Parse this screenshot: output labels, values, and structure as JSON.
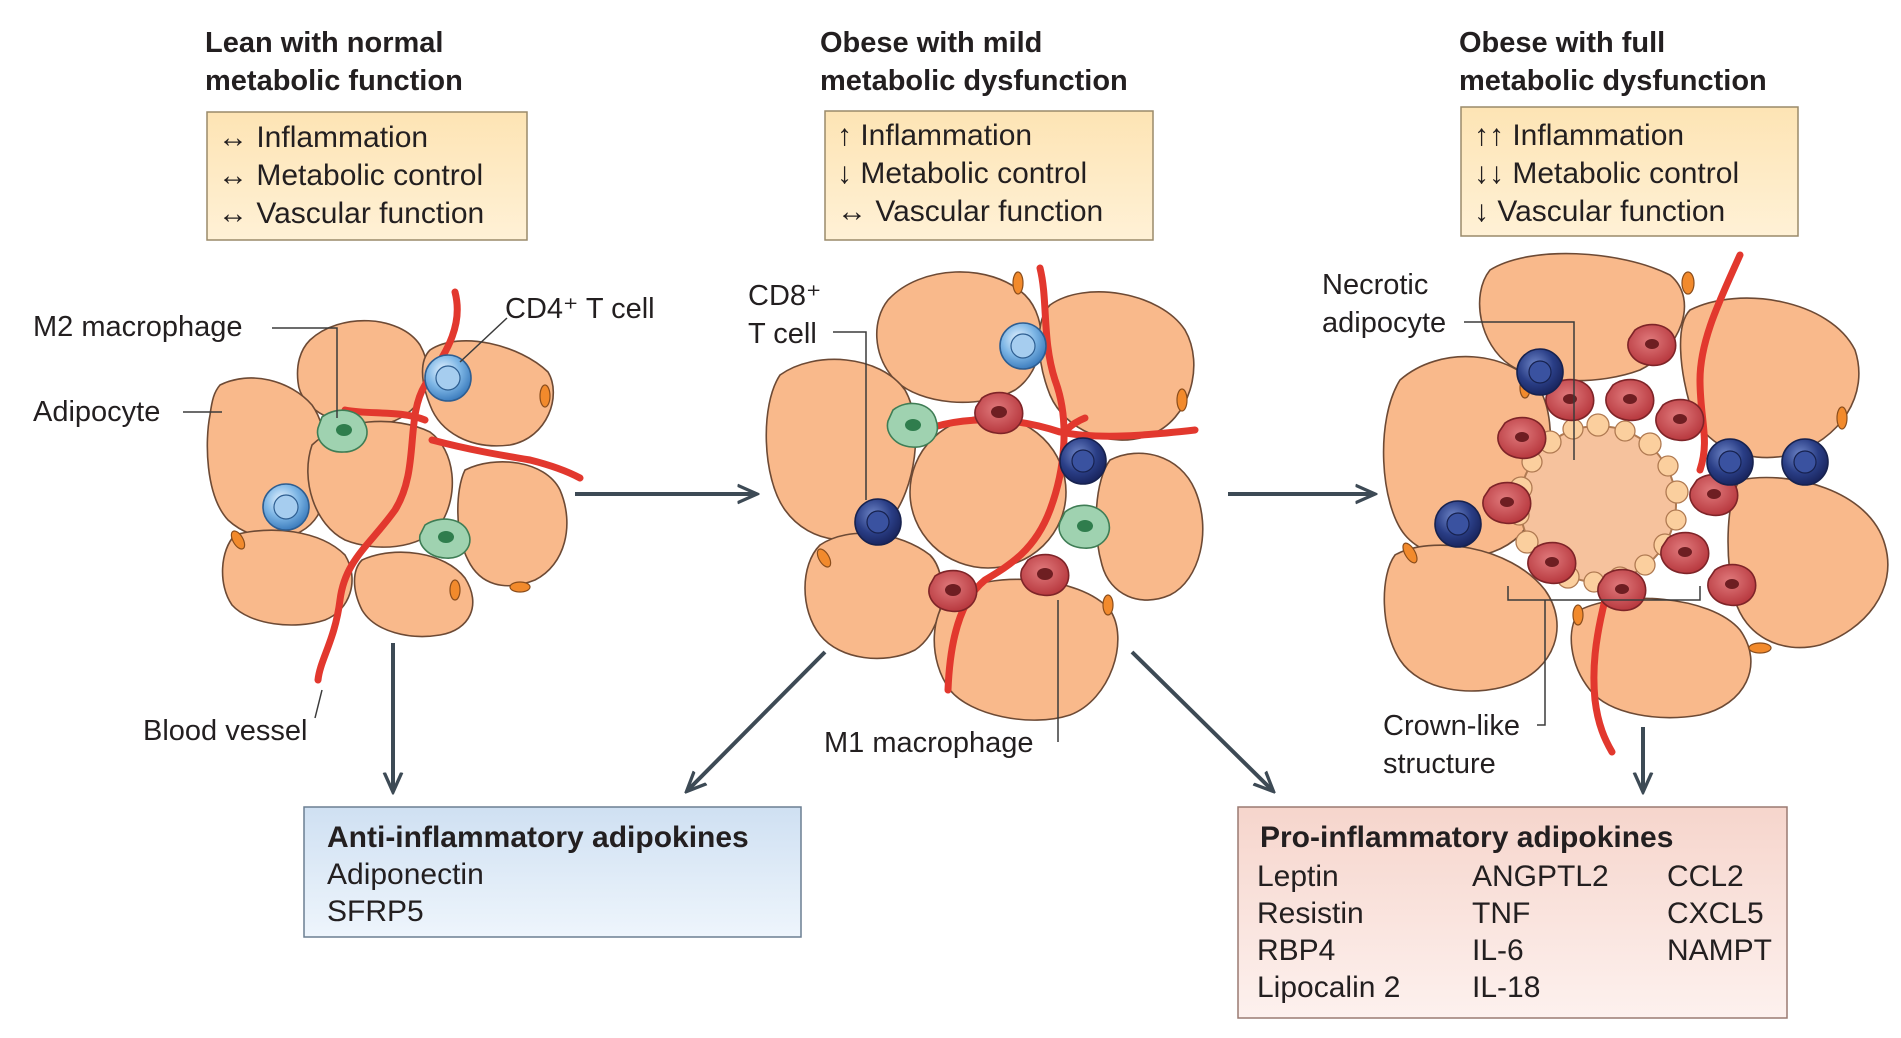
{
  "stages": {
    "lean": {
      "title_1": "Lean with normal",
      "title_2": "metabolic function",
      "box": [
        "↔ Inflammation",
        "↔ Metabolic control",
        "↔ Vascular function"
      ]
    },
    "mild": {
      "title_1": "Obese with mild",
      "title_2": "metabolic dysfunction",
      "box": [
        "↑ Inflammation",
        "↓ Metabolic control",
        "↔ Vascular function"
      ]
    },
    "full": {
      "title_1": "Obese with full",
      "title_2": "metabolic dysfunction",
      "box": [
        "↑↑ Inflammation",
        "↓↓ Metabolic control",
        "↓  Vascular function"
      ]
    }
  },
  "labels": {
    "m2_macrophage": "M2 macrophage",
    "adipocyte": "Adipocyte",
    "cd4_t_cell": "CD4⁺ T cell",
    "blood_vessel": "Blood vessel",
    "cd8_line1": "CD8⁺",
    "cd8_line2": "T cell",
    "m1_macrophage": "M1 macrophage",
    "necrotic_line1": "Necrotic",
    "necrotic_line2": "adipocyte",
    "crown_line1": "Crown-like",
    "crown_line2": "structure"
  },
  "anti": {
    "title": "Anti-inflammatory adipokines",
    "items": [
      "Adiponectin",
      "SFRP5"
    ]
  },
  "pro": {
    "title": "Pro-inflammatory adipokines",
    "col1": [
      "Leptin",
      "Resistin",
      "RBP4",
      "Lipocalin 2"
    ],
    "col2": [
      "ANGPTL2",
      "TNF",
      "IL-6",
      "IL-18"
    ],
    "col3": [
      "CCL2",
      "CXCL5",
      "NAMPT"
    ]
  },
  "colors": {
    "status_box": "#fde4b4",
    "anti_box": "#cfe0f2",
    "pro_box": "#f6d5cc",
    "adipocyte": "#f9b98b",
    "vessel": "#e2382e",
    "cd8_t_cell": "#2a3e86",
    "cd4_t_cell": "#7fb7e6",
    "m2_macrophage": "#9fd2b0",
    "m1_macrophage": "#c94a4f"
  }
}
